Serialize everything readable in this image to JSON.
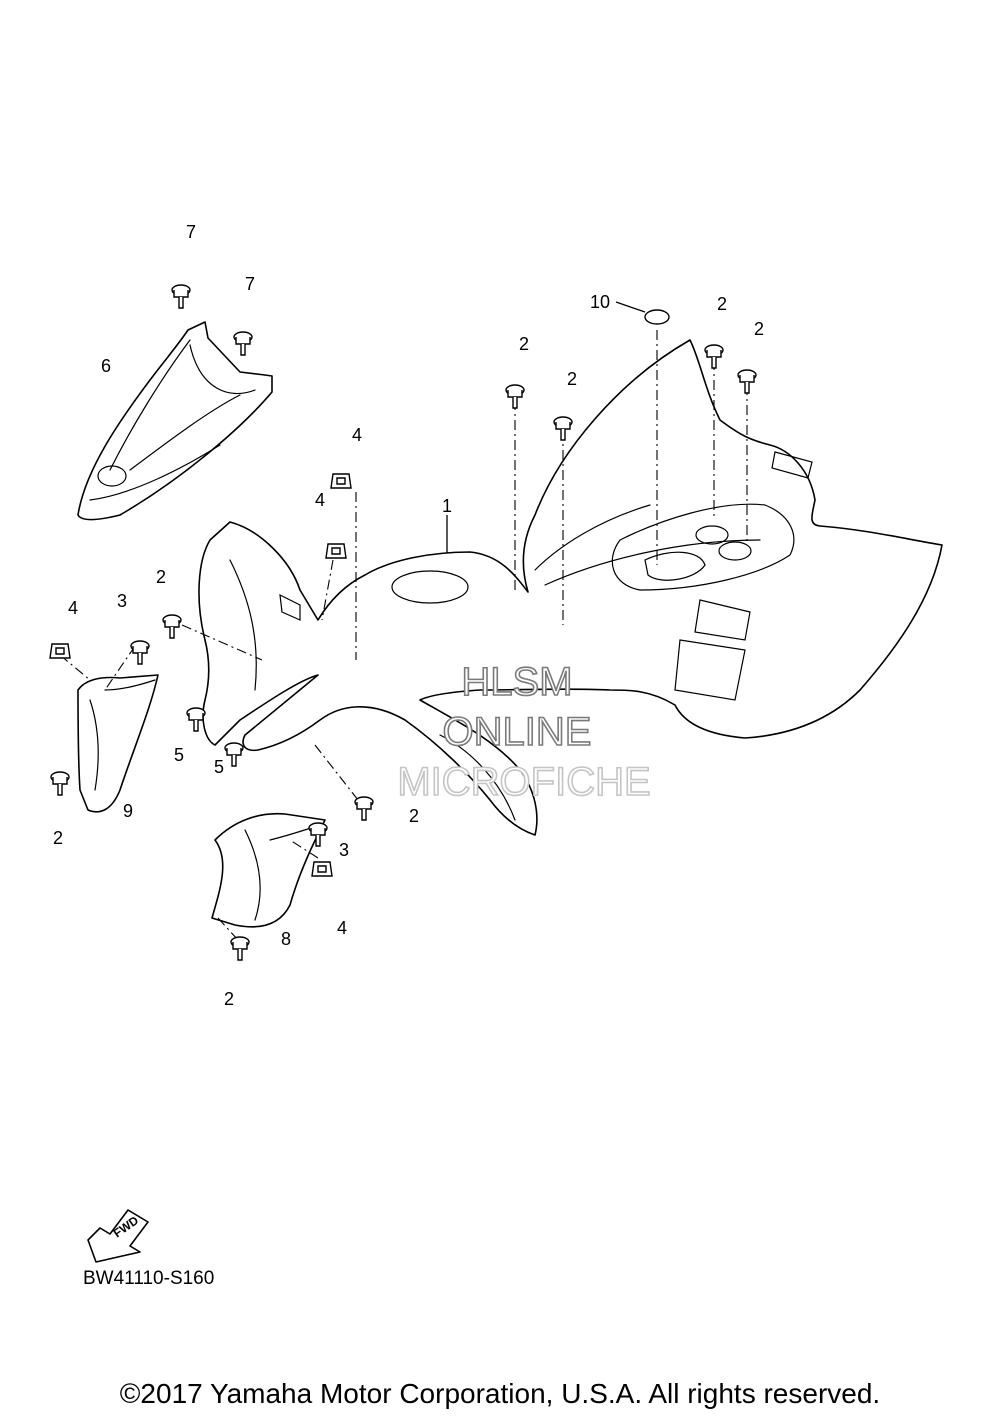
{
  "callouts": {
    "c1": "1",
    "c2": "2",
    "c3": "3",
    "c4": "4",
    "c5": "5",
    "c6": "6",
    "c7": "7",
    "c8": "8",
    "c9": "9",
    "c10": "10"
  },
  "watermark": {
    "line1": "HLSM",
    "line2": "ONLINE",
    "line3": "MICROFICHE"
  },
  "fwd_label": "FWD",
  "reference_code": "BW41110-S160",
  "copyright": "©2017 Yamaha Motor Corporation, U.S.A. All rights reserved."
}
